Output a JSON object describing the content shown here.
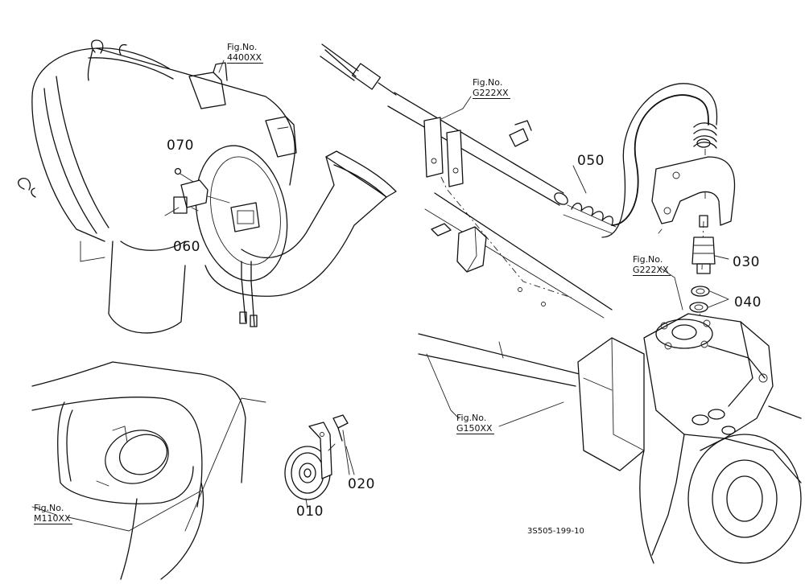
{
  "parts": {
    "p070": "070",
    "p060": "060",
    "p050": "050",
    "p030": "030",
    "p040": "040",
    "p020": "020",
    "p010": "010"
  },
  "figure_refs": {
    "fig_4400": {
      "label": "Fig.No.",
      "number": "4400XX"
    },
    "fig_g222_top": {
      "label": "Fig.No.",
      "number": "G222XX"
    },
    "fig_g222_mid": {
      "label": "Fig.No.",
      "number": "G222XX"
    },
    "fig_g150": {
      "label": "Fig.No.",
      "number": "G150XX"
    },
    "fig_m110": {
      "label": "Fig.No.",
      "number": "M110XX"
    }
  },
  "drawing_number": "3S505-199-10"
}
